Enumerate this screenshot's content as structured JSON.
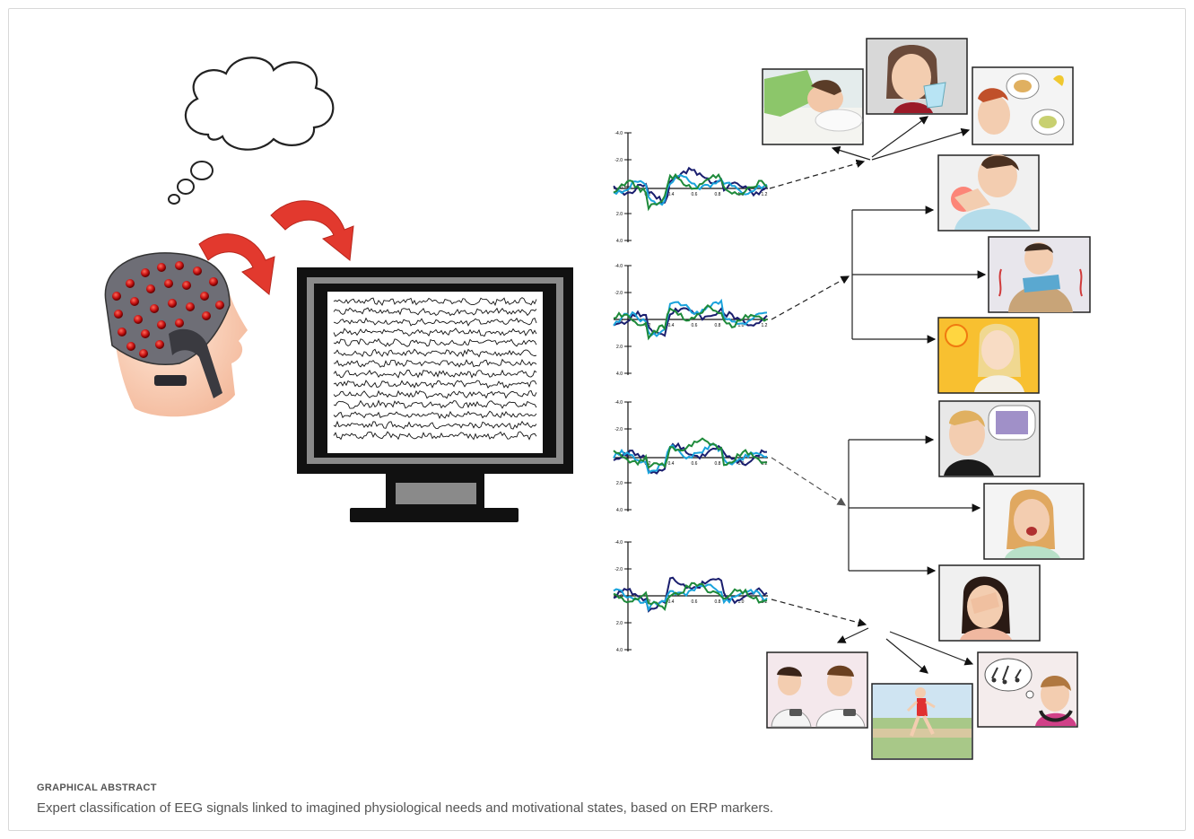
{
  "caption": {
    "label": "GRAPHICAL ABSTRACT",
    "text": "Expert classification of EEG signals linked to imagined physiological needs and motivational states, based on ERP markers."
  },
  "colors": {
    "arrow_red": "#e2392e",
    "trace_dark_blue": "#1a1e6e",
    "trace_light_blue": "#1aa3dc",
    "trace_green": "#1e8a3a",
    "monitor_frame": "#111111",
    "monitor_bezel": "#8a8a8a"
  },
  "erp_plots": {
    "tick_labels": [
      "-4.0",
      "-2.0",
      "0",
      "2.0",
      "4.0"
    ],
    "time_labels": [
      "0.2",
      "0.4",
      "0.6",
      "0.8",
      "1.0",
      "1.2"
    ]
  },
  "groups": [
    {
      "id": "basic-needs",
      "scenes": [
        "sleeping",
        "drinking",
        "eating"
      ]
    },
    {
      "id": "bodily-discomfort",
      "scenes": [
        "pain",
        "cold",
        "heat"
      ]
    },
    {
      "id": "emotions",
      "scenes": [
        "happy",
        "scared",
        "sad"
      ]
    },
    {
      "id": "leisure",
      "scenes": [
        "gaming",
        "running",
        "music"
      ]
    }
  ]
}
